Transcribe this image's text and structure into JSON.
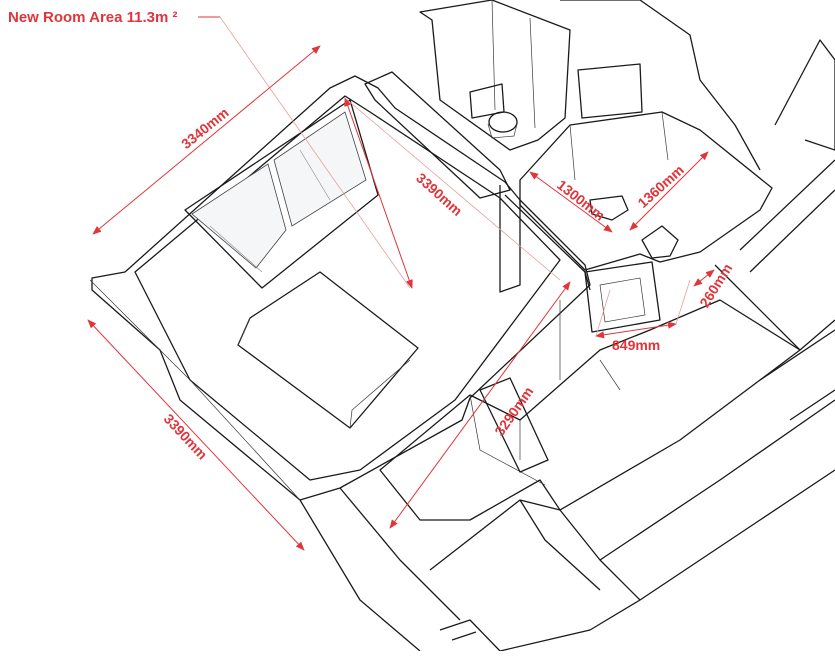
{
  "title": {
    "label": "New Room Area 11.3m ²"
  },
  "dimensions": [
    {
      "id": "room-width-top",
      "label": "3340mm"
    },
    {
      "id": "room-depth-diagonal",
      "label": "3390mm"
    },
    {
      "id": "room-length-left",
      "label": "3390mm"
    },
    {
      "id": "bath-depth",
      "label": "1300mm"
    },
    {
      "id": "bath-width",
      "label": "1360mm"
    },
    {
      "id": "door-width",
      "label": "849mm"
    },
    {
      "id": "recess-depth",
      "label": "260mm"
    },
    {
      "id": "corridor-length",
      "label": "3290mm"
    }
  ],
  "colors": {
    "annotation": "#e0353a",
    "linework": "#1a1a1a"
  }
}
